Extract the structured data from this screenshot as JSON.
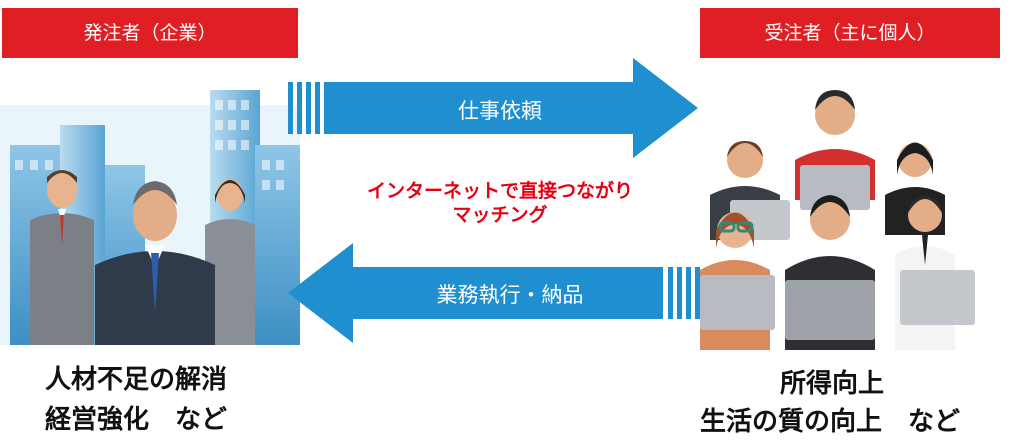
{
  "orderer": {
    "title": "発注者（企業）",
    "benefits": [
      "人材不足の解消",
      "経営強化　など"
    ]
  },
  "contractor": {
    "title": "受注者（主に個人）",
    "benefits": [
      "所得向上",
      "生活の質の向上　など"
    ]
  },
  "flows": {
    "request": "仕事依頼",
    "delivery": "業務執行・納品"
  },
  "center_note": [
    "インターネットで直接つながり",
    "マッチング"
  ],
  "colors": {
    "banner": "#e01f24",
    "arrow": "#1f8fd0",
    "note": "#e60012"
  },
  "icons": {
    "left": "company-buildings-with-business-people",
    "right": "group-of-workers-at-laptops"
  }
}
